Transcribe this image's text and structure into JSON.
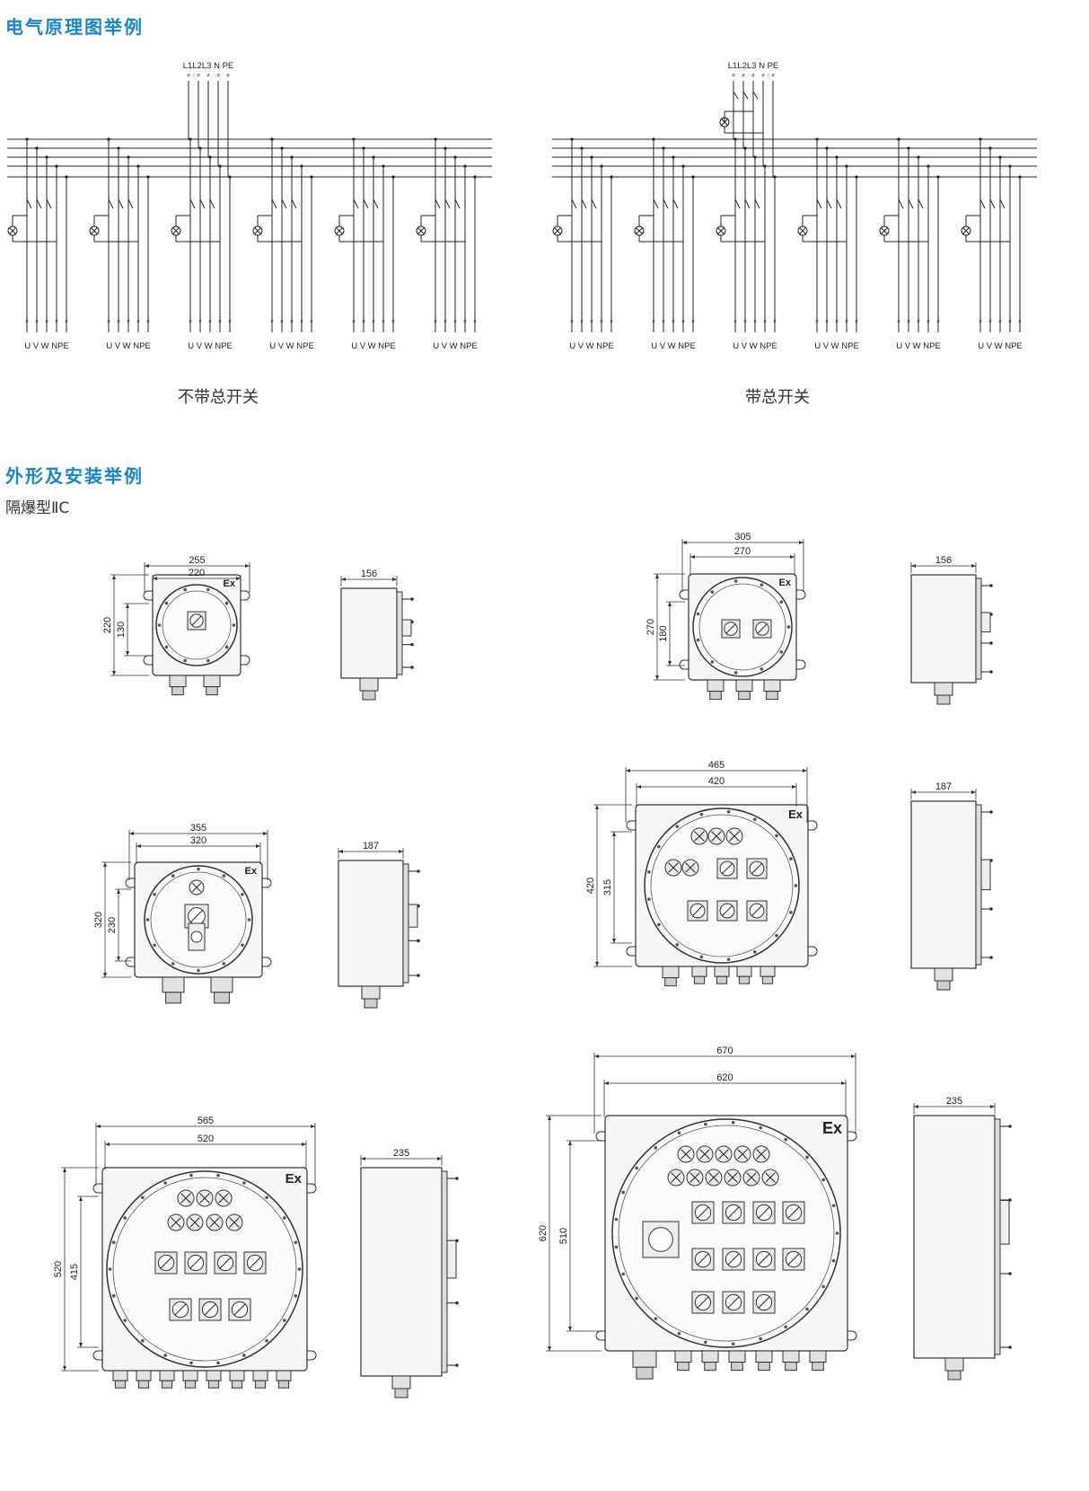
{
  "headings": {
    "schematic": "电气原理图举例",
    "outline": "外形及安装举例",
    "outline_sub": "隔爆型ⅡC"
  },
  "schematic": {
    "supply_labels": [
      "L1",
      "L2",
      "L3",
      "N",
      "PE"
    ],
    "terminal_labels": [
      "U",
      "V",
      "W",
      "N",
      "PE"
    ],
    "circuits_per_diagram": 6,
    "left_caption": "不带总开关",
    "right_caption": "带总开关"
  },
  "enclosures": [
    {
      "id": "e1",
      "mark": "Ex",
      "overall_width": "255",
      "mount_width": "220",
      "overall_height": "220",
      "mount_height": "130",
      "depth": "156"
    },
    {
      "id": "e2",
      "mark": "Ex",
      "overall_width": "305",
      "mount_width": "270",
      "overall_height": "270",
      "mount_height": "180",
      "depth": "156"
    },
    {
      "id": "e3",
      "mark": "Ex",
      "overall_width": "355",
      "mount_width": "320",
      "overall_height": "320",
      "mount_height": "230",
      "depth": "187"
    },
    {
      "id": "e4",
      "mark": "Ex",
      "overall_width": "465",
      "mount_width": "420",
      "overall_height": "420",
      "mount_height": "315",
      "depth": "187"
    },
    {
      "id": "e5",
      "mark": "Ex",
      "overall_width": "565",
      "mount_width": "520",
      "overall_height": "520",
      "mount_height": "415",
      "depth": "235"
    },
    {
      "id": "e6",
      "mark": "Ex",
      "overall_width": "670",
      "mount_width": "620",
      "overall_height": "620",
      "mount_height": "510",
      "depth": "235"
    }
  ]
}
